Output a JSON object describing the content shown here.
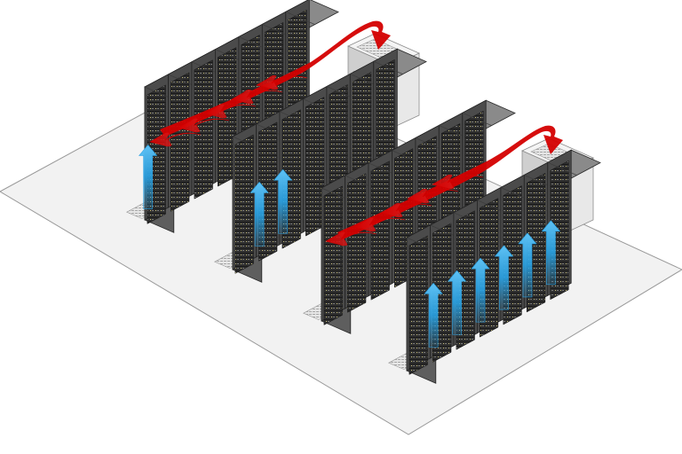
{
  "diagram": {
    "kind": "isometric hot aisle / cold aisle data center airflow",
    "rack_rows": [
      {
        "id": "row-1",
        "racks": 7,
        "front_faces": "cold-aisle",
        "back_faces": "hot-aisle"
      },
      {
        "id": "row-2",
        "racks": 7,
        "front_faces": "cold-aisle",
        "back_faces": "hot-aisle"
      },
      {
        "id": "row-3",
        "racks": 7,
        "front_faces": "cold-aisle",
        "back_faces": "hot-aisle"
      },
      {
        "id": "row-4",
        "racks": 7,
        "front_faces": "cold-aisle",
        "back_faces": "hot-aisle"
      }
    ],
    "cooling_units": 2,
    "colors": {
      "floor": "#f2f2f2",
      "floor_edge": "#9a9a9a",
      "rack_top": "#8a8a8a",
      "rack_front": "#4b4b4b",
      "rack_side": "#5e5e5e",
      "hot_air": "#d40000",
      "cold_air": "#29a3e6",
      "crac_body": "#e2e2e2",
      "tile_vent": "#bdbdbd"
    },
    "icons": {
      "hot_air": "red-airflow-arrow",
      "cold_air": "blue-airflow-arrow",
      "cooling_unit": "crac-unit-icon",
      "floor_tile": "perforated-tile-icon"
    }
  }
}
